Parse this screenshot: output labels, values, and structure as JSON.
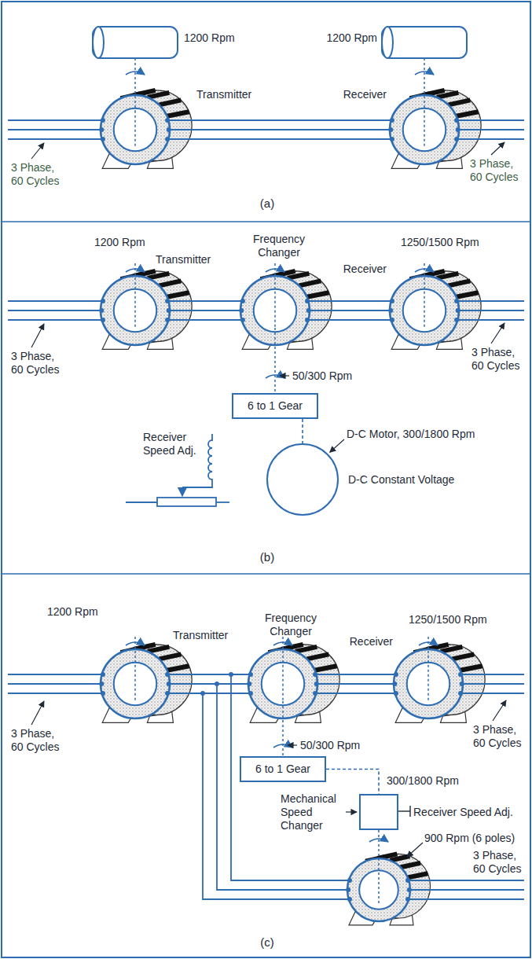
{
  "diagram": {
    "nodes": [
      {
        "text": [
          "6 to 1 Gear"
        ]
      },
      {
        "text": [
          "D-C Motor, 300/1800 Rpm",
          "D-C Constant Voltage"
        ]
      },
      {
        "text": [
          "6 to 1 Gear"
        ]
      },
      {
        "text": [
          "Mechanical Speed Changer"
        ]
      }
    ],
    "edges": [
      {
        "from": 0,
        "to": 1,
        "arrow": "none"
      },
      {
        "from": 2,
        "to": 3,
        "label": "300/1800 Rpm",
        "arrow": "none"
      }
    ],
    "labels": [
      "1200 Rpm",
      "1200 Rpm",
      "Transmitter",
      "Receiver",
      "3 Phase, 60 Cycles",
      "3 Phase, 60 Cycles",
      "(a)",
      "1200 Rpm",
      "Transmitter",
      "Frequency Changer",
      "1250/1500 Rpm",
      "Receiver",
      "3 Phase, 60 Cycles",
      "3 Phase, 60 Cycles",
      "50/300 Rpm",
      "Receiver Speed Adj.",
      "(b)",
      "1200 Rpm",
      "Transmitter",
      "Frequency Changer",
      "1250/1500 Rpm",
      "Receiver",
      "3 Phase, 60 Cycles",
      "3 Phase, 60 Cycles",
      "50/300 Rpm",
      "Receiver Speed Adj.",
      "900 Rpm (6 poles)",
      "3 Phase, 60 Cycles",
      "(c)"
    ]
  }
}
